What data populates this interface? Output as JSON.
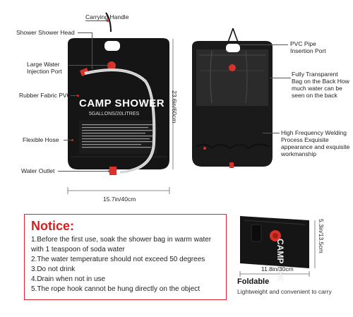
{
  "labels": {
    "carrying_handle": "Carrying Handle",
    "shower_head": "Shower Shower Head",
    "water_injection": "Large Water Injection Port",
    "rubber_fabric": "Rubber Fabric PVC",
    "flexible_hose": "Flexible Hose",
    "water_outlet": "Water Outlet",
    "pipe_port": "PVC Pipe Insertion Port",
    "transparent_bag": "Fully Transparent Bag on the Back How much water can be seen on the back",
    "welding": "High Frequency Welding Process Exquisite appearance and exquisite workmanship"
  },
  "bag": {
    "brand": "CAMP SHOWER",
    "capacity": "5GALLONS/20LITRES"
  },
  "dimensions": {
    "height": "23.6in/60cm",
    "width": "15.7in/40cm",
    "folded_width": "11.8in/30cm",
    "folded_height": "5.3in/13.5cm"
  },
  "notice": {
    "title": "Notice:",
    "items": [
      "1.Before the first use, soak the shower bag in warm water",
      "with 1 teaspoon of soda water",
      "2.The water temperature should not exceed 50 degrees",
      "3.Do not drink",
      "4.Drain when not in use",
      "5.The rope hook cannot be hung directly on the object"
    ]
  },
  "foldable": {
    "title": "Foldable",
    "subtitle": "Lightweight and convenient to carry"
  },
  "colors": {
    "accent": "#d42020",
    "bag": "#141414"
  }
}
